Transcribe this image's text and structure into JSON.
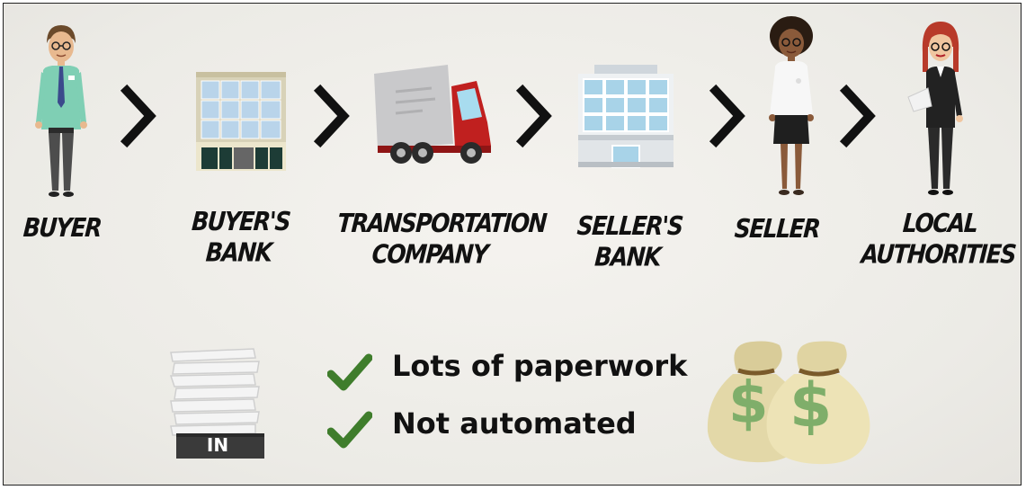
{
  "flow": {
    "steps": [
      {
        "label": "BUYER"
      },
      {
        "label": "BUYER'S BANK"
      },
      {
        "label": "TRANSPORTATION COMPANY"
      },
      {
        "label": "SELLER'S BANK"
      },
      {
        "label": "SELLER"
      },
      {
        "label": "LOCAL AUTHORITIES"
      }
    ]
  },
  "drawn_text": {
    "tray_label": "IN",
    "money_symbol": "$"
  },
  "checklist": [
    {
      "text": "Lots of paperwork"
    },
    {
      "text": "Not automated"
    }
  ],
  "colors": {
    "check": "#3f7d2c",
    "truck_cab": "#c0201f",
    "background": "#efede8"
  }
}
